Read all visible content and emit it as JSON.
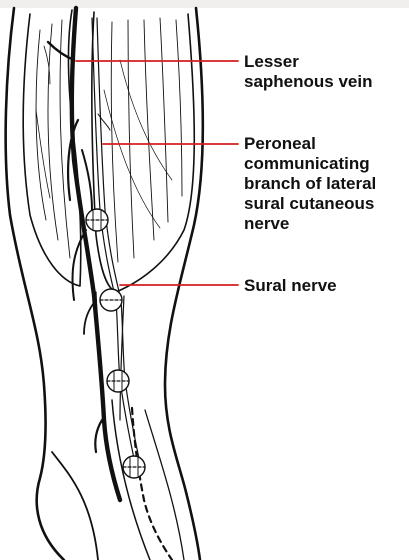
{
  "labels": {
    "lesser_saphenous_vein": [
      "Lesser",
      "saphenous vein"
    ],
    "peroneal_communicating": [
      "Peroneal",
      "communicating",
      "branch of lateral",
      "sural cutaneous",
      "nerve"
    ],
    "sural_nerve": [
      "Sural nerve"
    ]
  },
  "colors": {
    "leader_line": "#d81e1e",
    "ink": "#111111",
    "background": "#ffffff",
    "top_band": "#f1efed"
  }
}
